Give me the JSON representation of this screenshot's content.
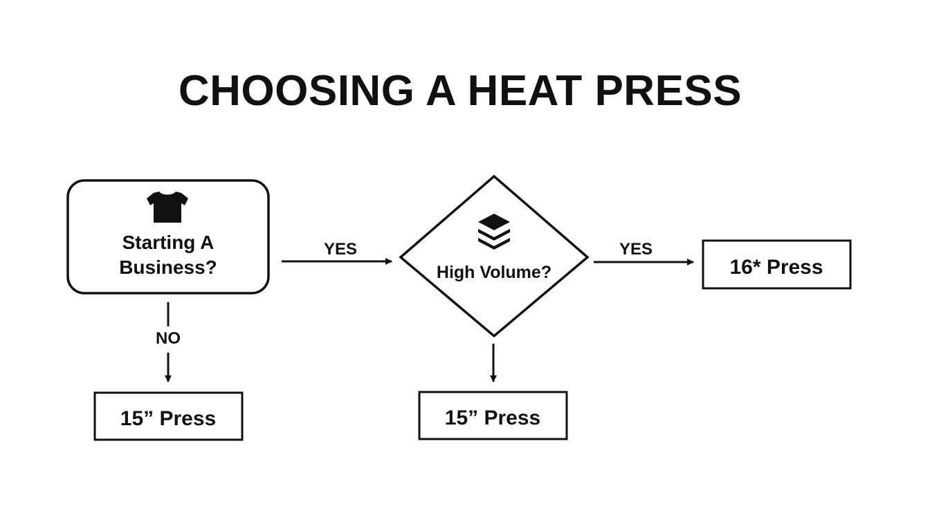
{
  "title": "CHOOSING A HEAT PRESS",
  "nodes": {
    "start": {
      "line1": "Starting A",
      "line2": "Business?",
      "icon": "tshirt-icon"
    },
    "decision": {
      "label": "High Volume?",
      "icon": "layers-icon"
    },
    "result_right": {
      "label": "16* Press"
    },
    "result_left": {
      "label": "15” Press"
    },
    "result_middle": {
      "label": "15” Press"
    }
  },
  "edges": {
    "start_to_decision": {
      "label": "YES"
    },
    "decision_to_right": {
      "label": "YES"
    },
    "start_to_left": {
      "label": "NO"
    },
    "decision_to_middle": {
      "label": ""
    }
  },
  "colors": {
    "stroke": "#111111",
    "background": "#ffffff"
  }
}
